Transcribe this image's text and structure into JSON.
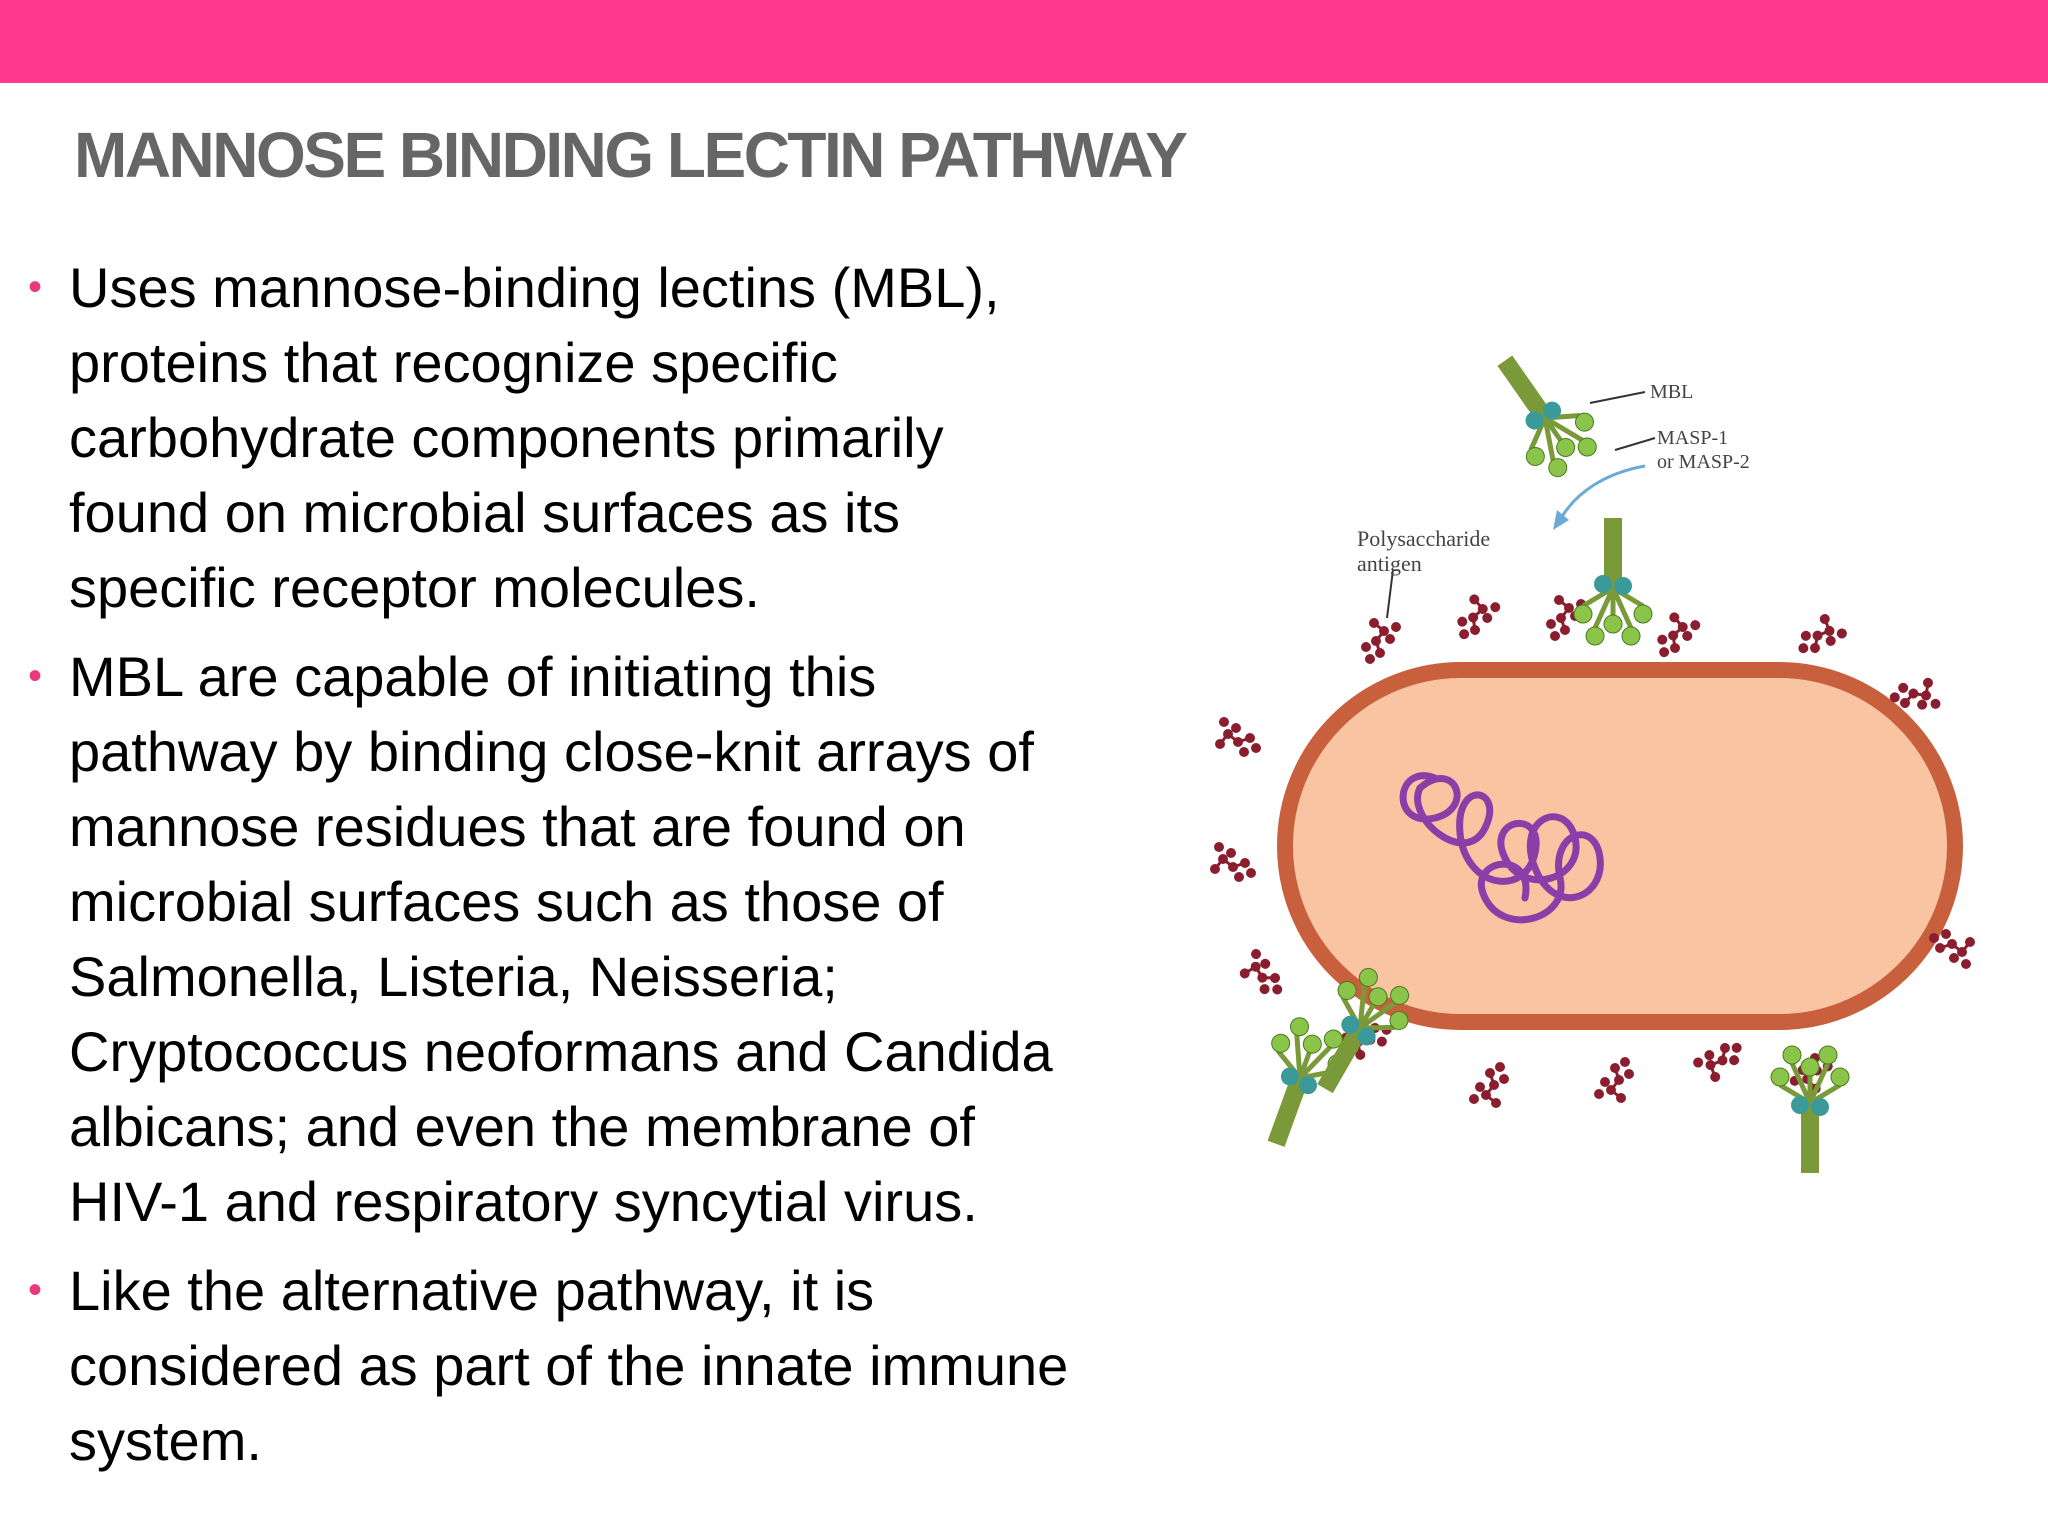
{
  "colors": {
    "accent_bar": "#ff3a8c",
    "title": "#666666",
    "bullet_dot": "#e8397d",
    "text": "#000000",
    "cell_fill": "#f8c4a2",
    "cell_wall": "#c8603e",
    "dna": "#8a3ea8",
    "antigen": "#8b1e2e",
    "mbl_stalk": "#7a9a3a",
    "masp": "#3a9a9a",
    "lectin_head": "#8ac448",
    "arrow": "#6aaad8"
  },
  "slide": {
    "title": "MANNOSE BINDING LECTIN PATHWAY",
    "bullets": [
      {
        "lines": [
          "Uses mannose-binding lectins (MBL),",
          "proteins that recognize specific",
          "carbohydrate components primarily",
          "found on microbial surfaces as its",
          "specific receptor molecules."
        ]
      },
      {
        "lines": [
          "MBL are capable of initiating this",
          "pathway by binding close-knit arrays of",
          "mannose residues that are found on",
          "microbial surfaces such as those of",
          "Salmonella, Listeria, Neisseria;",
          "Cryptococcus neoformans and Candida",
          "albicans; and even the membrane of",
          "HIV-1 and respiratory syncytial virus."
        ]
      },
      {
        "lines": [
          "Like the alternative pathway, it is",
          "considered as part of the innate immune",
          "system."
        ]
      }
    ],
    "bullet_glyph": "•"
  },
  "figure": {
    "labels": {
      "mbl": "MBL",
      "masp_line1": "MASP-1",
      "masp_line2": "or MASP-2",
      "antigen_line1": "Polysaccharide",
      "antigen_line2": "antigen"
    }
  }
}
